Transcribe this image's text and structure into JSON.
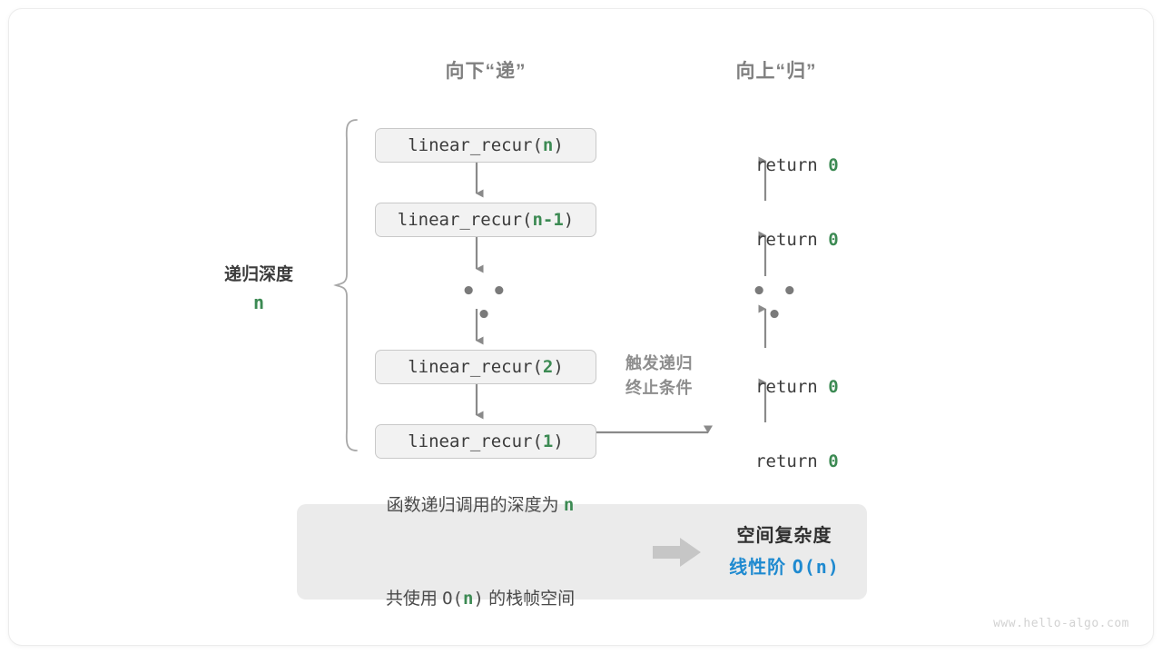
{
  "diagram": {
    "headings": {
      "down": "向下“递”",
      "up": "向上“归”"
    },
    "depth_annotation": {
      "label": "递归深度",
      "value": "n"
    },
    "call_stack": [
      {
        "prefix": "linear_recur(",
        "arg": "n",
        "suffix": ")"
      },
      {
        "prefix": "linear_recur(",
        "arg": "n-1",
        "suffix": ")"
      },
      {
        "prefix": "linear_recur(",
        "arg": "2",
        "suffix": ")"
      },
      {
        "prefix": "linear_recur(",
        "arg": "1",
        "suffix": ")"
      }
    ],
    "ellipsis": "• • •",
    "returns": [
      {
        "keyword": "return ",
        "value": "0"
      },
      {
        "keyword": "return ",
        "value": "0"
      },
      {
        "keyword": "return ",
        "value": "0"
      },
      {
        "keyword": "return ",
        "value": "0"
      }
    ],
    "trigger_note": {
      "line1": "触发递归",
      "line2": "终止条件"
    },
    "summary": {
      "left_line1_a": "函数递归调用的深度为 ",
      "left_line1_n": "n",
      "left_line2_a": "共使用 ",
      "left_line2_big_o": "O(",
      "left_line2_n": "n",
      "left_line2_b": ")",
      "left_line2_c": " 的栈帧空间",
      "right_title": "空间复杂度",
      "right_value_label": "线性阶 ",
      "right_value_expr": "O(n)"
    }
  },
  "watermark": "www.hello-algo.com",
  "colors": {
    "accent_green": "#3c8a53",
    "accent_blue": "#1f8ad0",
    "line_gray": "#8a8a8a",
    "box_fill": "#f2f2f2",
    "panel_fill": "#ebebeb"
  }
}
